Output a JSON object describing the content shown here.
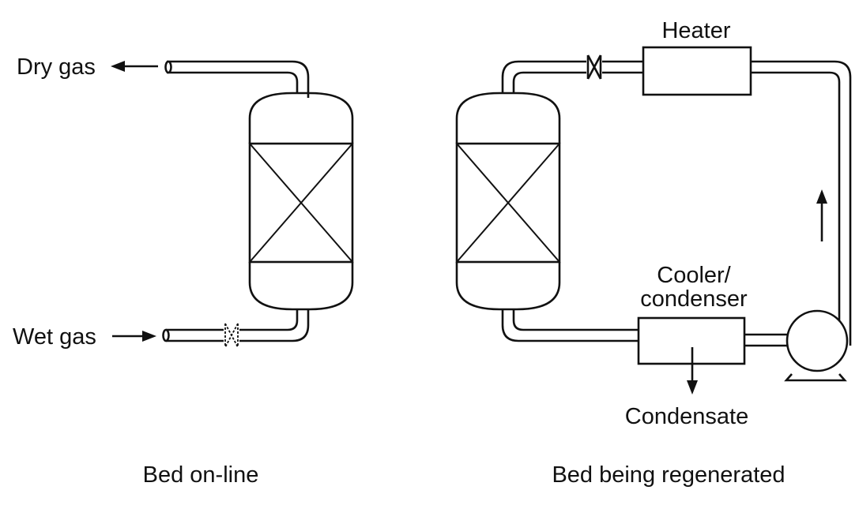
{
  "labels": {
    "dry_gas": "Dry gas",
    "wet_gas": "Wet gas",
    "heater": "Heater",
    "cooler_line1": "Cooler/",
    "cooler_line2": "condenser",
    "condensate": "Condensate",
    "caption_left": "Bed on-line",
    "caption_right": "Bed being regenerated"
  },
  "colors": {
    "line": "#111111",
    "background": "#ffffff"
  },
  "icons": {
    "valve_open": "butterfly-valve-icon",
    "valve_closed": "dashed-valve-icon",
    "pump": "pump-icon"
  }
}
